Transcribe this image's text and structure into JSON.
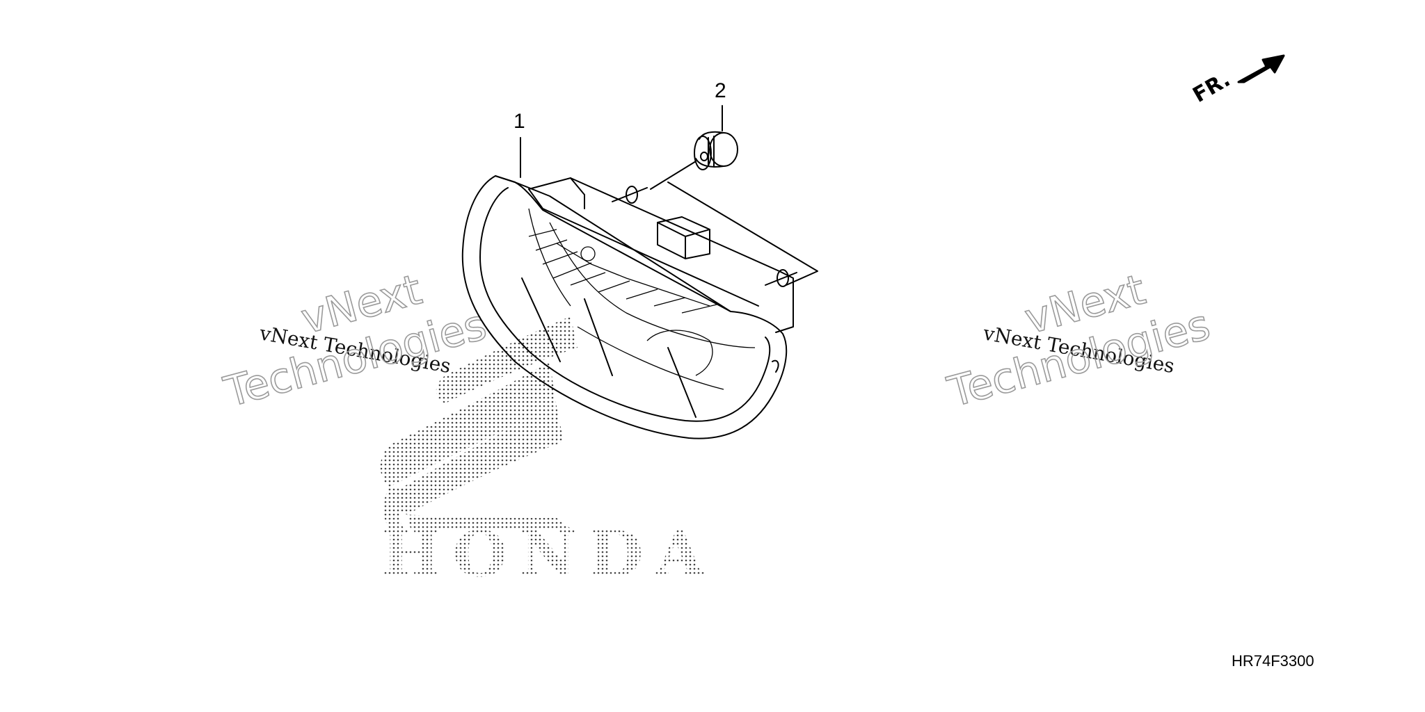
{
  "diagram": {
    "parts": [
      {
        "callout": "1"
      },
      {
        "callout": "2"
      }
    ],
    "direction_label": "FR.",
    "diagram_code": "HR74F3300",
    "watermarks": [
      {
        "small": "vNext Technologies",
        "big_line1": "vNext",
        "big_line2": "Technologies"
      },
      {
        "small": "vNext Technologies",
        "big_line1": "vNext",
        "big_line2": "Technologies"
      }
    ],
    "logo_text": "HONDA"
  }
}
